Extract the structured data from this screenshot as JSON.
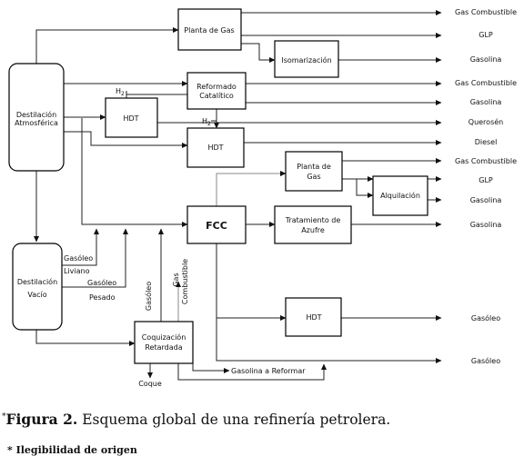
{
  "diagram": {
    "units": {
      "destilacion_atm": [
        "Destilación",
        "Atmosférica"
      ],
      "destilacion_vacio": [
        "Destilación",
        "Vacío"
      ],
      "planta_gas_1": "Planta de Gas",
      "isomerizacion": "Isomarización",
      "reformado": [
        "Reformado",
        "Catalítico"
      ],
      "hdt_1": "HDT",
      "hdt_2": "HDT",
      "planta_gas_2": [
        "Planta de",
        "Gas"
      ],
      "alquilacion": "Alquilación",
      "fcc": "FCC",
      "tratamiento_azufre": [
        "Tratamiento de",
        "Azufre"
      ],
      "hdt_3": "HDT",
      "coquizacion": [
        "Coquización",
        "Retardada"
      ]
    },
    "outputs": {
      "gas_combustible_1": "Gas Combustible",
      "glp_1": "GLP",
      "gasolina_1": "Gasolina",
      "gas_combustible_2": "Gas Combustible",
      "gasolina_2": "Gasolina",
      "querosen": "Querosén",
      "diesel": "Diesel",
      "gas_combustible_3": "Gas Combustible",
      "glp_2": "GLP",
      "gasolina_3": "Gasolina",
      "gasolina_4": "Gasolina",
      "gasoleo_1": "Gasóleo",
      "gasoleo_2": "Gasóleo"
    },
    "stream_labels": {
      "h2_1": "H",
      "h2_2": "H",
      "h2_sub": "2",
      "gasoleo_liviano": [
        "Gasóleo",
        "Liviano"
      ],
      "gasoleo_pesado": [
        "Gasóleo",
        "Pesado"
      ],
      "gasoleo_vertical": "Gasóleo",
      "gas_combustible_vertical": [
        "Gas",
        "Combustible"
      ],
      "coque": "Coque",
      "gasolina_reformar": "Gasolina a Reformar"
    }
  },
  "caption": {
    "marker": "*",
    "figure_label": "Figura 2.",
    "text": " Esquema global de una refinería petrolera."
  },
  "note": "* Ilegibilidad de origen"
}
